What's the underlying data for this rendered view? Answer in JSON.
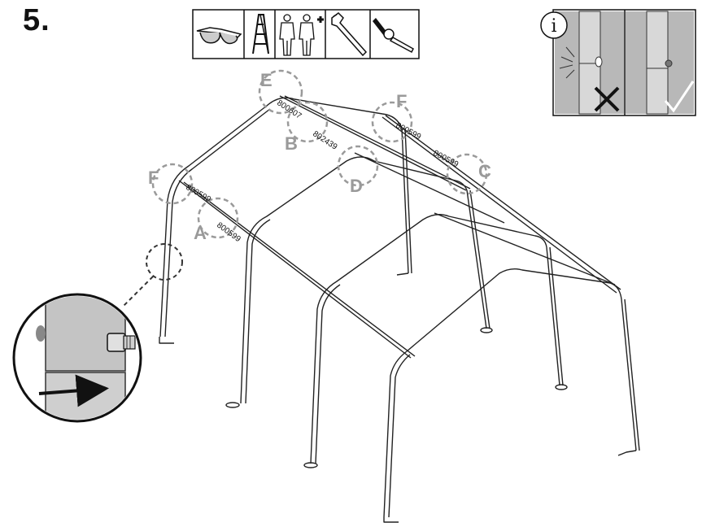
{
  "step": {
    "number": "5."
  },
  "tools_bar": {
    "icons": [
      "safety-glasses-icon",
      "step-ladder-icon",
      "two-person-icon",
      "wrench-icon",
      "socket-ratchet-icon"
    ]
  },
  "info_panel": {
    "glyph": "i",
    "icons": [
      "incorrect-cross-icon",
      "correct-check-icon"
    ]
  },
  "callouts": [
    {
      "id": "A",
      "letter": "A"
    },
    {
      "id": "B",
      "letter": "B"
    },
    {
      "id": "C",
      "letter": "C"
    },
    {
      "id": "D",
      "letter": "D"
    },
    {
      "id": "E",
      "letter": "E"
    },
    {
      "id": "F_left",
      "letter": "F"
    },
    {
      "id": "F_right",
      "letter": "F"
    }
  ],
  "part_numbers": {
    "p1": "800607",
    "p2": "802439",
    "p3": "800599",
    "p4": "800599",
    "p5": "800599",
    "p6": "800599"
  },
  "colors": {
    "callout_gray": "#9a9a9a",
    "frame_line": "#222222",
    "panel_gray": "#b8b8b8"
  }
}
